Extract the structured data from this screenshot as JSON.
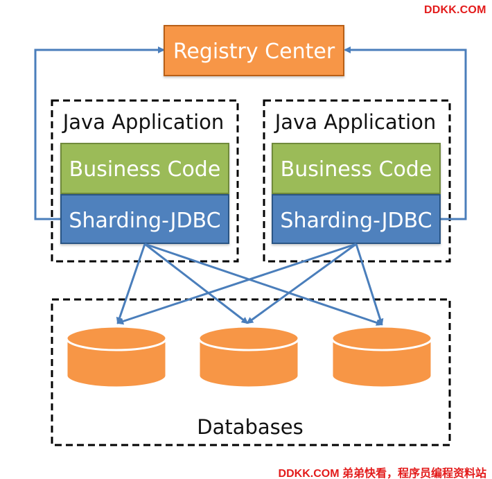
{
  "watermark": {
    "top": "DDKK.COM",
    "bottom": "DDKK.COM 弟弟快看，程序员编程资料站"
  },
  "registry": {
    "label": "Registry Center"
  },
  "applications": [
    {
      "title": "Java Application",
      "business_label": "Business Code",
      "sharding_label": "Sharding-JDBC"
    },
    {
      "title": "Java Application",
      "business_label": "Business Code",
      "sharding_label": "Sharding-JDBC"
    }
  ],
  "databases": {
    "label": "Databases",
    "count": 3
  },
  "colors": {
    "registry_fill": "#f79646",
    "registry_stroke": "#b85f19",
    "business_fill": "#9bbb59",
    "business_stroke": "#6f8a3a",
    "sharding_fill": "#4f81bd",
    "sharding_stroke": "#2c5584",
    "arrow": "#4a7ebb",
    "db_fill": "#f79646",
    "db_highlight": "#ffffff",
    "dash": "#000000",
    "watermark": "#e31b1b"
  }
}
